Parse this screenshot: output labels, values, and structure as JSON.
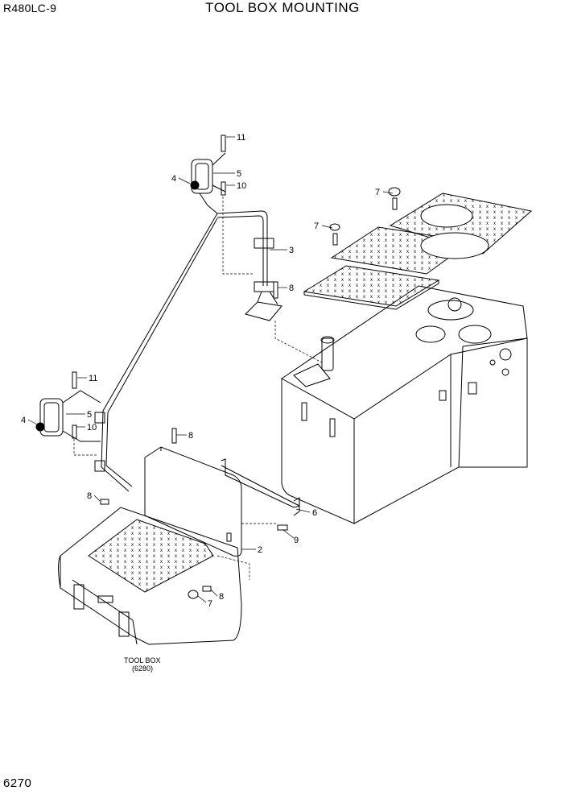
{
  "header": {
    "model": "R480LC-9",
    "title": "TOOL BOX MOUNTING"
  },
  "footer": {
    "page_number": "6270"
  },
  "tool_box_caption": {
    "line1": "TOOL BOX",
    "line2": "(6280)"
  },
  "callouts": {
    "c11a": "11",
    "c5a": "5",
    "c4a": "4",
    "c10a": "10",
    "c3": "3",
    "c8a": "8",
    "c7a": "7",
    "c7b": "7",
    "c11b": "11",
    "c4b": "4",
    "c5b": "5",
    "c10b": "10",
    "c8b": "8",
    "c8c": "8",
    "c6": "6",
    "c9": "9",
    "c2": "2",
    "c7c": "7",
    "c8d": "8"
  }
}
